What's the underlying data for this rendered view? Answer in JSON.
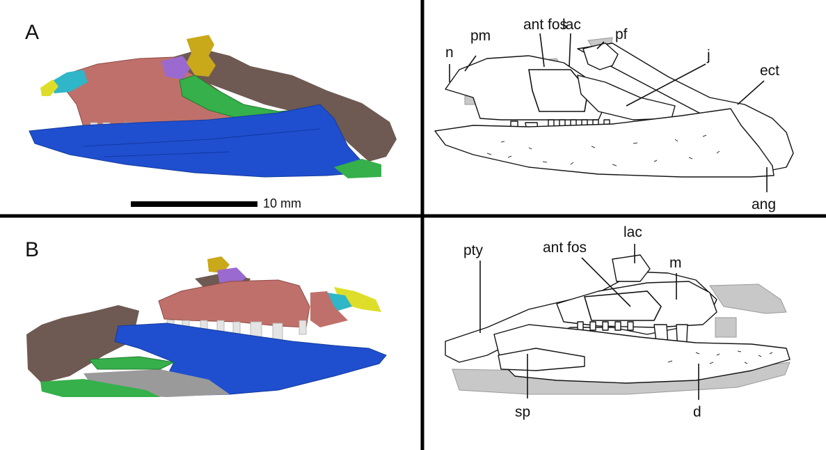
{
  "figure": {
    "panels": [
      {
        "letter": "A"
      },
      {
        "letter": "B"
      }
    ],
    "scale_bar": {
      "label": "10 mm"
    },
    "labels_A": {
      "n": "n",
      "pm": "pm",
      "ant_fos": "ant fos",
      "lac": "lac",
      "pf": "pf",
      "j": "j",
      "ect": "ect",
      "ang": "ang"
    },
    "labels_B": {
      "pty": "pty",
      "ant_fos": "ant fos",
      "lac": "lac",
      "m": "m",
      "sp": "sp",
      "d": "d"
    },
    "colors": {
      "dentary": "#1f4fcf",
      "maxilla": "#c0706a",
      "jugal": "#35b04a",
      "prefrontal": "#c9a81a",
      "lacrimal": "#9a6ad0",
      "premaxilla": "#2fb6c8",
      "nasal": "#dede2a",
      "matrix": "#6e5a52",
      "teeth": "#e4e4e4",
      "splenial": "#9a9a9a"
    }
  }
}
